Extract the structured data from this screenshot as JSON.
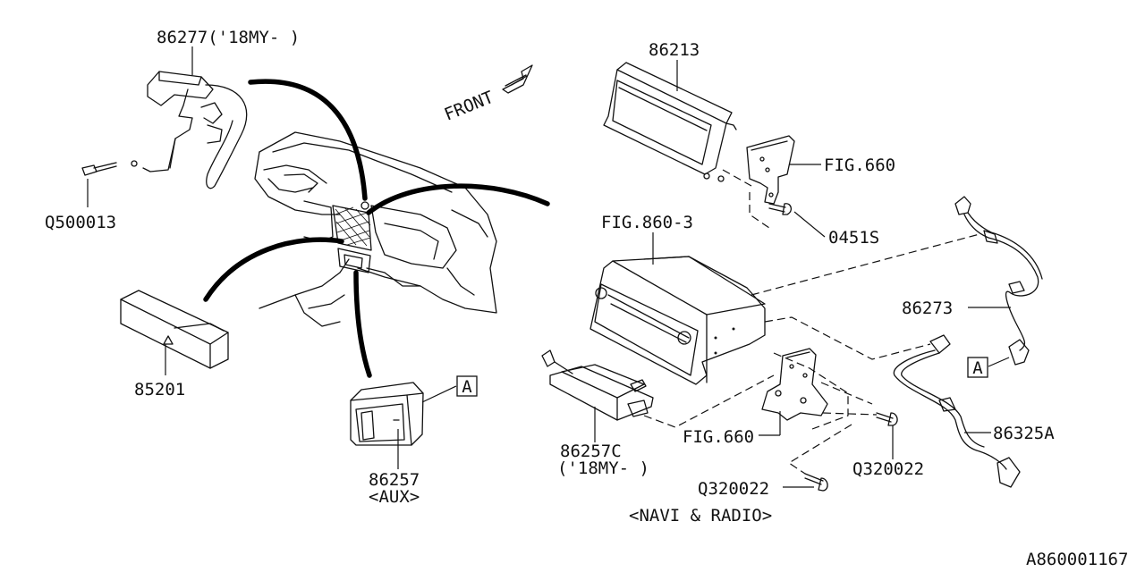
{
  "labels": {
    "bracket_top": "86277('18MY-  )",
    "screw_left": "Q500013",
    "panel_left": "85201",
    "aux_unit": "86257",
    "aux_caption": "<AUX>",
    "ref_a_left": "A",
    "front": "FRONT",
    "display_unit": "86213",
    "fig660_top": "FIG.660",
    "bolt_0451s": "0451S",
    "fig860_3": "FIG.860-3",
    "harness_86273": "86273",
    "ref_a_right": "A",
    "harness_86325a": "86325A",
    "module_86257c": "86257C",
    "module_86257c_caption": "('18MY-  )",
    "fig660_bottom": "FIG.660",
    "screw_q320022_right": "Q320022",
    "screw_q320022_bottom": "Q320022",
    "navi_caption": "<NAVI & RADIO>",
    "diagram_code": "A860001167"
  }
}
